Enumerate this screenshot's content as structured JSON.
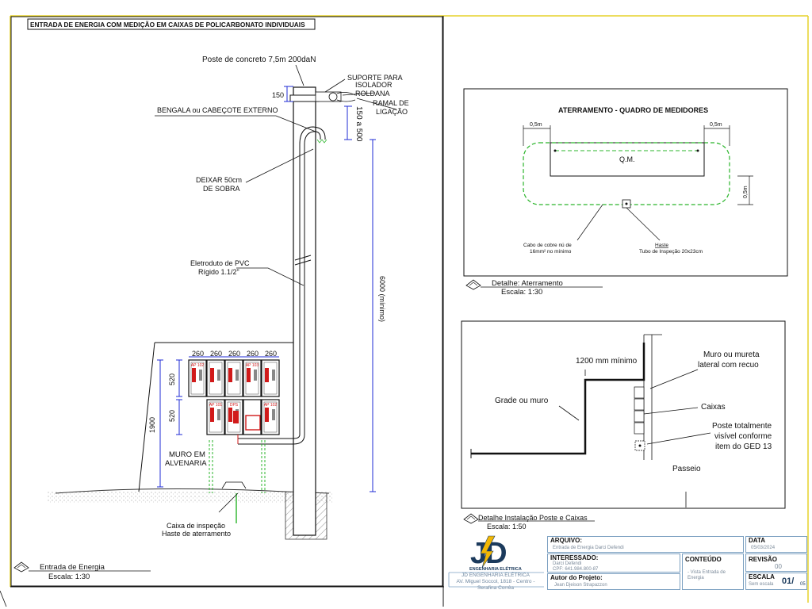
{
  "title_bar": {
    "title": "ENTRADA DE ENERGIA COM MEDIÇÃO EM CAIXAS DE POLICARBONATO INDIVIDUAIS"
  },
  "main_drawing": {
    "labels": {
      "pole": "Poste de concreto 7,5m 200daN",
      "insulator_support": "SUPORTE PARA ISOLADOR",
      "insulator_support_l1": "SUPORTE  PARA",
      "insulator_support_l2": "ISOLADOR",
      "pulley": "ROLDANA",
      "service_drop_l1": "RAMAL  DE",
      "service_drop_l2": "LIGAÇÃO",
      "weatherhead": "BENGALA ou CABEÇOTE EXTERNO",
      "slack_l1": "DEIXAR  50cm",
      "slack_l2": "DE  SOBRA",
      "conduit_l1": "Eletroduto de PVC",
      "conduit_l2": "Rígido 1.1/2\"",
      "wall_l1": "MURO EM",
      "wall_l2": "ALVENARIA",
      "inspection_l1": "Caixa de inspeção",
      "inspection_l2": "Haste de aterramento"
    },
    "dimensions": {
      "d150": "150",
      "d150_500": "150 a 500",
      "d6000": "6000  (mínimo)",
      "d1900": "1900",
      "d520a": "520",
      "d520b": "520",
      "box_width": "260"
    },
    "meter_boxes": {
      "top_labels": [
        "AP 102",
        "",
        "",
        "AP 103",
        ""
      ],
      "bottom_labels": [
        "AP 101",
        "DPS",
        "AP 102"
      ]
    },
    "caption": {
      "title": "Entrada de Energia",
      "scale": "Escala: 1:30"
    }
  },
  "grounding_detail": {
    "title": "ATERRAMENTO - QUADRO DE MEDIDORES",
    "qm": "Q.M.",
    "dim_left": "0,5m",
    "dim_right": "0,5m",
    "dim_side": "0,5m",
    "cable_l1": "Cabo de cobre nú de",
    "cable_l2": "16mm² no mínimo",
    "rod_l1": "Haste",
    "rod_l2": "Tubo de Inspeção 20x23cm",
    "caption": {
      "title": "Detalhe: Aterramento",
      "scale": "Escala: 1:30"
    }
  },
  "installation_detail": {
    "setback": "1200 mm mínimo",
    "fence": "Grade ou muro",
    "wall_l1": "Muro ou mureta",
    "wall_l2": "lateral com recuo",
    "boxes": "Caixas",
    "pole_l1": "Poste totalmente",
    "pole_l2": "visível conforme",
    "pole_l3": "item do GED 13",
    "sidewalk": "Passeio",
    "caption": {
      "title": "Detalhe Instalação Poste e Caixas",
      "scale": "Escala: 1:50"
    }
  },
  "title_block": {
    "logo_text": "JD",
    "logo_sub": "ENGENHARIA ELÉTRICA",
    "company_l1": "JD ENGENHARIA ELÉTRICA",
    "company_l2": "AV. Miguel Soccol, 1818 - Centro -",
    "company_l3": "Serafina Corrêa",
    "arquivo_label": "ARQUIVO:",
    "arquivo_value": "Entrada de Energia Darci Defendi",
    "data_label": "DATA",
    "data_value": "05/03/2024",
    "interessado_label": "INTERESSADO:",
    "interessado_name": "Darci Defendi",
    "interessado_cpf": "CPF: 641.984.800-87",
    "conteudo_label": "CONTEÚDO",
    "conteudo_value_l1": "- Vista Entrada de",
    "conteudo_value_l2": "Energia",
    "revisao_label": "REVISÃO",
    "revisao_value": "00",
    "autor_label": "Autor do Projeto:",
    "autor_value": "Jean Djeison Strapazzon",
    "escala_label": "ESCALA",
    "escala_value": "Sem escala",
    "sheet_num": "01/",
    "sheet_total": "05"
  },
  "colors": {
    "line": "#111111",
    "green_dash": "#2bb52b",
    "blue_dim": "#1f2bd6",
    "red": "#d11a1a",
    "title_blue": "#1b3a5c",
    "border_yellow": "#e6d22a"
  }
}
